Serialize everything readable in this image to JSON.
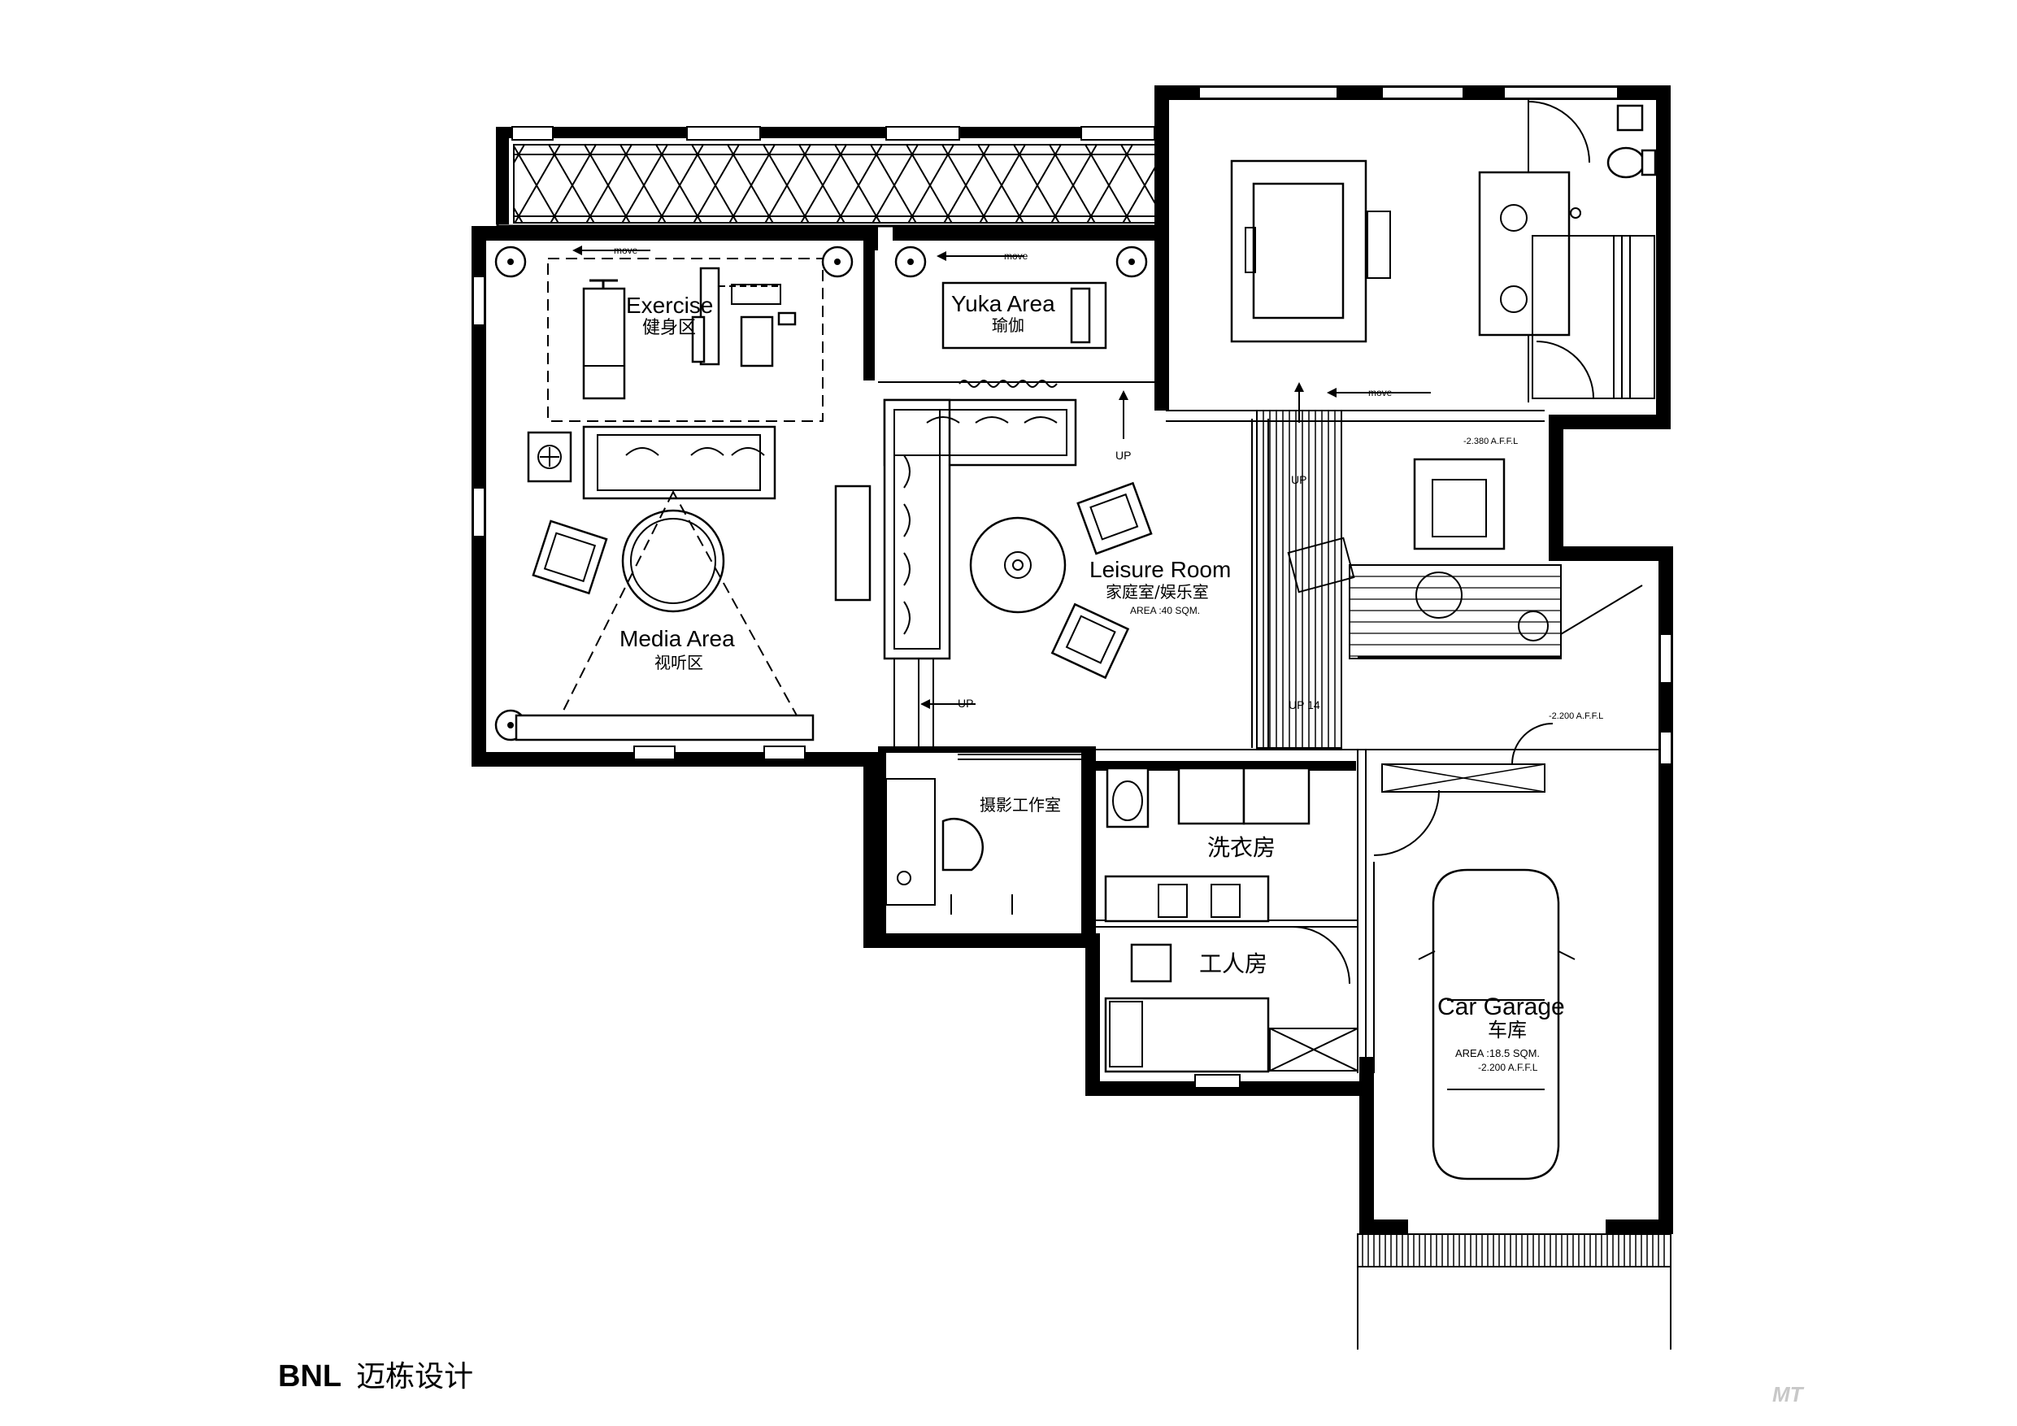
{
  "rooms": {
    "exercise_en": "Exercise",
    "exercise_cn": "健身区",
    "yuka_en": "Yuka  Area",
    "yuka_cn": "瑜伽",
    "media_en": "Media Area",
    "media_cn": "视听区",
    "leisure_en": "Leisure Room",
    "leisure_cn": "家庭室/娱乐室",
    "leisure_area": "AREA :40 SQM.",
    "photo_cn": "摄影工作室",
    "laundry_cn": "洗衣房",
    "worker_cn": "工人房",
    "garage_en": "Car Garage",
    "garage_cn": "车库",
    "garage_area": "AREA :18.5 SQM.",
    "garage_level": "-2.200 A.F.F.L"
  },
  "annotations": {
    "move": "move",
    "up": "UP",
    "up14": "UP 14",
    "level_upper": "-2.380 A.F.F.L",
    "level_stair": "-2.200 A.F.F.L"
  },
  "footer": {
    "brand_en": "BNL",
    "brand_cn": "迈栋设计",
    "watermark": "MT"
  }
}
